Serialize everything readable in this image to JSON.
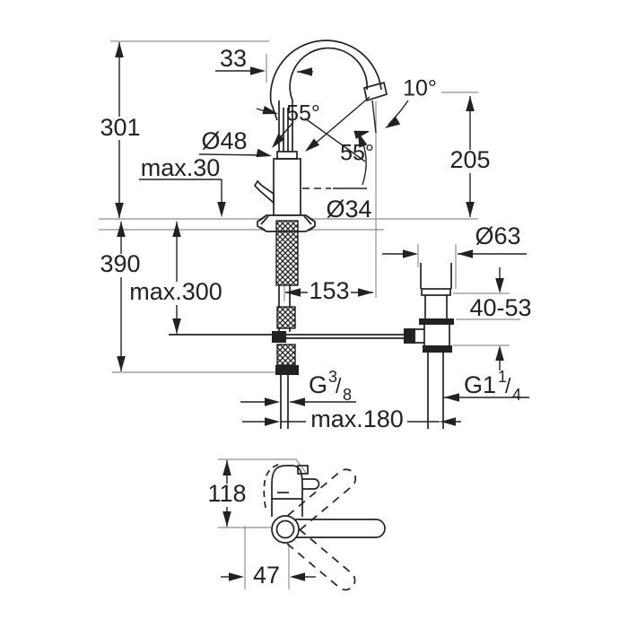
{
  "colors": {
    "background": "#ffffff",
    "line": "#222222",
    "ref_line": "#8f8f8f"
  },
  "front": {
    "d33": "33",
    "d301": "301",
    "d48": "Ø48",
    "dmax30": "max.30",
    "d55a": "55°",
    "d55b": "55°",
    "d10": "10°",
    "d205": "205",
    "d34": "Ø34",
    "d390": "390",
    "dmax300": "max.300",
    "d153": "153",
    "d63": "Ø63",
    "d4053": "40-53",
    "dmax180": "max.180",
    "g38": {
      "g": "G",
      "sup": "3",
      "slash": "/",
      "sub": "8"
    },
    "g114": {
      "g": "G1",
      "sup": "1",
      "slash": "/",
      "sub": "4"
    }
  },
  "top": {
    "d118": "118",
    "d47": "47"
  }
}
